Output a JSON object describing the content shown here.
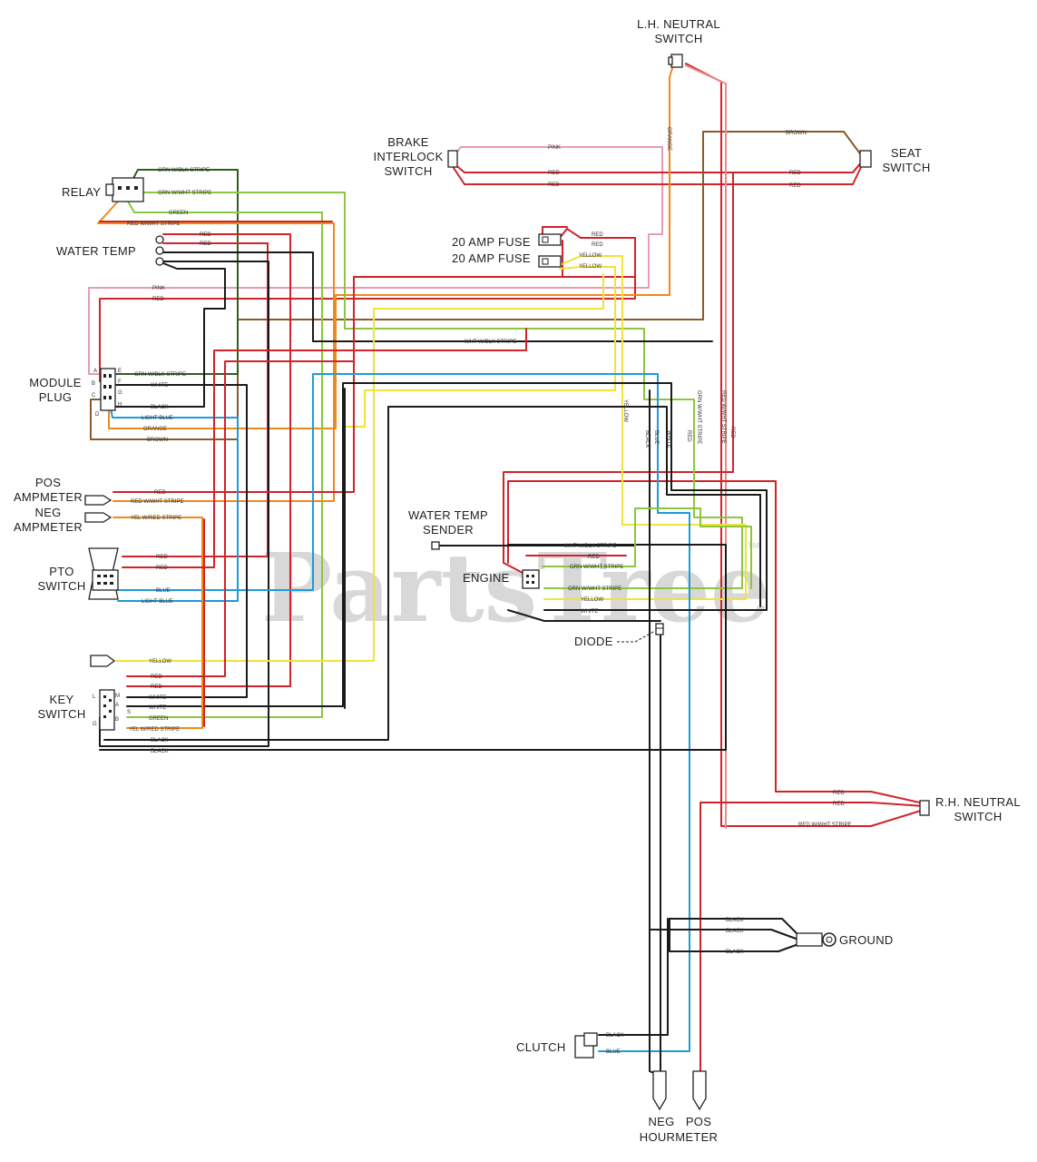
{
  "watermark": {
    "text": "PartsTree",
    "tm": "TM"
  },
  "components": {
    "lh_neutral": [
      "L.H. NEUTRAL",
      "SWITCH"
    ],
    "brake": [
      "BRAKE",
      "INTERLOCK",
      "SWITCH"
    ],
    "seat": [
      "SEAT",
      "SWITCH"
    ],
    "relay": "RELAY",
    "water_temp": "WATER TEMP",
    "fuse1": "20 AMP FUSE",
    "fuse2": "20 AMP FUSE",
    "module": [
      "MODULE",
      "PLUG"
    ],
    "pos_amp": [
      "POS",
      "AMPMETER"
    ],
    "neg_amp": [
      "NEG",
      "AMPMETER"
    ],
    "wt_sender": [
      "WATER TEMP",
      "SENDER"
    ],
    "engine": "ENGINE",
    "pto": [
      "PTO",
      "SWITCH"
    ],
    "diode": "DIODE",
    "key": [
      "KEY",
      "SWITCH"
    ],
    "rh_neutral": [
      "R.H. NEUTRAL",
      "SWITCH"
    ],
    "ground": "GROUND",
    "clutch": "CLUTCH",
    "neg": "NEG",
    "pos": "POS",
    "hourmeter": "HOURMETER"
  },
  "pins": {
    "module": [
      "A",
      "B",
      "C",
      "D",
      "E",
      "F",
      "G",
      "H"
    ],
    "key": [
      "L",
      "G",
      "M",
      "A",
      "S",
      "B"
    ]
  },
  "wire_labels": {
    "orange": "ORANGE",
    "pink": "PINK",
    "brown": "BROWN",
    "red": "RED",
    "yellow": "YELLOW",
    "black": "BLACK",
    "blue": "BLUE",
    "white": "WHITE",
    "green": "GREEN",
    "light_blue": "LIGHT BLUE",
    "grn_blk": "GRN W/BLK STRIPE",
    "grn_wht": "GRN W/WHT STRIPE",
    "red_wht": "RED W/WHT STRIPE",
    "yel_red": "YEL W/RED STRIPE",
    "wht_blk": "WHT W/BLK STRIPE"
  },
  "colors": {
    "red": "#d0232a",
    "pink": "#e89ab6",
    "orange": "#ef8a1c",
    "yellow": "#f2e23a",
    "green": "#8cc63f",
    "blue": "#1e9bd7",
    "black": "#1a1a1a",
    "brown": "#8b5a2b",
    "dark_green": "#2e5e1e"
  }
}
